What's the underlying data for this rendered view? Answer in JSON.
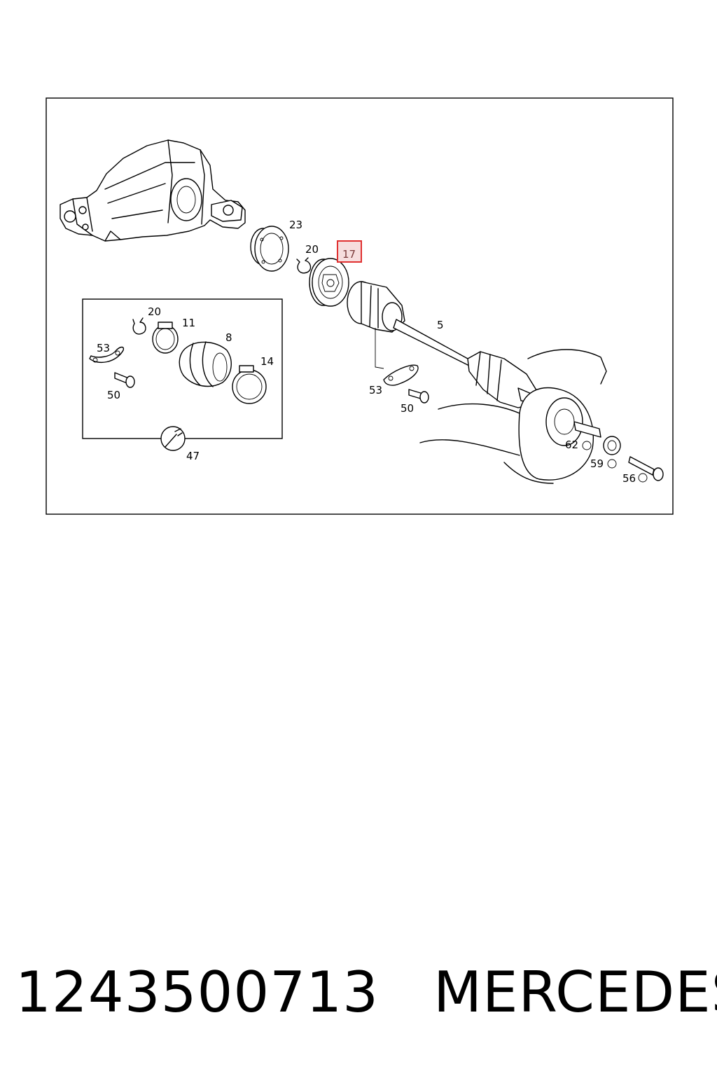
{
  "callouts": {
    "c23": "23",
    "c20a": "20",
    "c17": "17",
    "c5": "5",
    "c20b": "20",
    "c11": "11",
    "c8": "8",
    "c53a": "53",
    "c14": "14",
    "c50a": "50",
    "c47": "47",
    "c53b": "53",
    "c50b": "50",
    "c62": "62",
    "c59": "59",
    "c56": "56"
  },
  "highlight": {
    "callout": "17",
    "color": "#e03030",
    "fill": "#f6dede"
  },
  "footer": {
    "part_number": "1243500713",
    "brand": "MERCEDES"
  }
}
